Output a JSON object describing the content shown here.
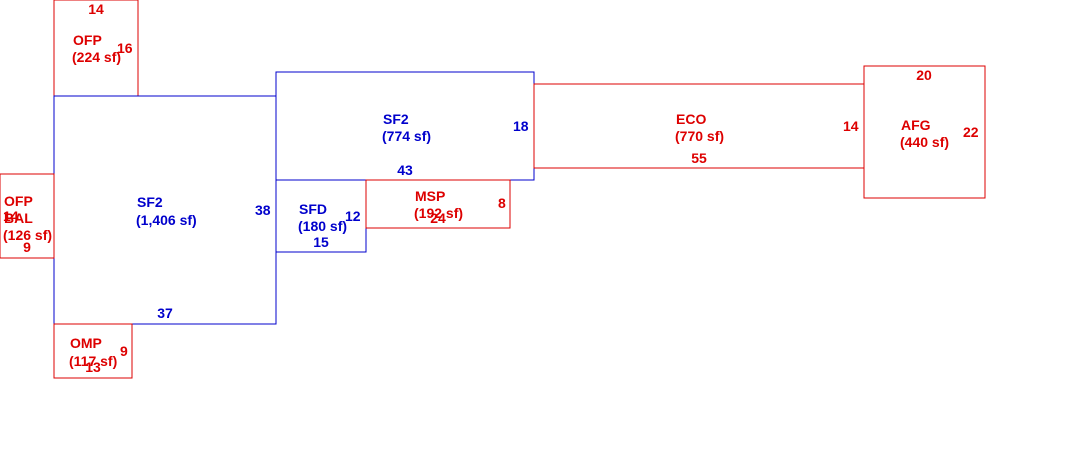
{
  "colors": {
    "primary": "#0000cc",
    "secondary": "#dd0000",
    "background": "#ffffff"
  },
  "areas": [
    {
      "id": "ofp-top",
      "color": "secondary",
      "code": "OFP",
      "area": "(224 sf)",
      "dims": [
        "14",
        "16"
      ]
    },
    {
      "id": "sf2-main",
      "color": "primary",
      "code": "SF2",
      "area": "(1,406 sf)",
      "dims": [
        "38",
        "37"
      ]
    },
    {
      "id": "sf2-upper",
      "color": "primary",
      "code": "SF2",
      "area": "(774 sf)",
      "dims": [
        "18",
        "43"
      ]
    },
    {
      "id": "eco",
      "color": "secondary",
      "code": "ECO",
      "area": "(770 sf)",
      "dims": [
        "14",
        "55"
      ]
    },
    {
      "id": "afg",
      "color": "secondary",
      "code": "AFG",
      "area": "(440 sf)",
      "dims": [
        "20",
        "22"
      ]
    },
    {
      "id": "sfd",
      "color": "primary",
      "code": "SFD",
      "area": "(180 sf)",
      "dims": [
        "12",
        "15"
      ]
    },
    {
      "id": "msp",
      "color": "secondary",
      "code": "MSP",
      "area": "(192 sf)",
      "dims": [
        "8",
        "24"
      ]
    },
    {
      "id": "ofp-bal",
      "color": "secondary",
      "code": "OFP",
      "code2": "BAL",
      "area": "(126 sf)",
      "dims": [
        "14",
        "9"
      ]
    },
    {
      "id": "omp",
      "color": "secondary",
      "code": "OMP",
      "area": "(117 sf)",
      "dims": [
        "9",
        "13"
      ]
    }
  ]
}
